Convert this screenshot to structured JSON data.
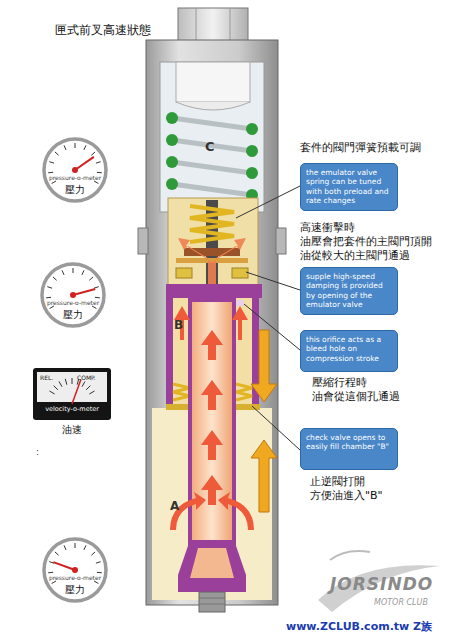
{
  "diagram": {
    "title": "匣式前叉高速狀態",
    "nodes": [
      {
        "text": [
          "pressure-o-meter",
          "壓力"
        ]
      },
      {
        "text": [
          "the emulator valve spring can be tuned with both preload and rate changes"
        ]
      },
      {
        "text": [
          "supple high-speed damping is provided by opening of the emulator valve"
        ]
      },
      {
        "text": [
          "pressure-o-meter",
          "壓力"
        ]
      },
      {
        "text": [
          "this orifice acts as a bleed hole on compression stroke"
        ]
      },
      {
        "text": [
          "REL.",
          "COMP.",
          "velocity-o-meter",
          "油速"
        ]
      },
      {
        "text": [
          "check valve opens to easily fill chamber \"B\""
        ]
      },
      {
        "text": [
          "pressure-o-meter",
          "壓力"
        ]
      }
    ],
    "labels": [
      "C",
      "B",
      "A",
      "套件的閥門彈簧預載可調",
      "高速衝擊時 油壓會把套件的主閥門頂開 油從較大的主閥門通過",
      "壓縮行程時 油會從這個孔通過",
      "止逆閥打開 方便油進入\"B\"",
      ":",
      "JORSINDO",
      "MOTOR CLUB",
      "www.ZCLUB.com.tw Z族"
    ]
  }
}
